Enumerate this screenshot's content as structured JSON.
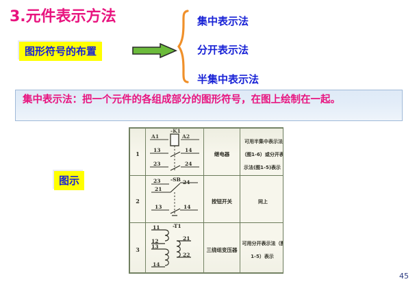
{
  "slide": {
    "title_number": "3.",
    "title_text": "元件表示方法",
    "page_number": "45"
  },
  "layout_label": "图形符号的布置",
  "diagram_label": "图示",
  "branches": [
    {
      "label": "集中表示法"
    },
    {
      "label": "分开表示法"
    },
    {
      "label": "半集中表示法"
    }
  ],
  "definition": {
    "text": "集中表示法：把一个元件的各组成部分的图形符号，在图上绘制在一起。"
  },
  "figure": {
    "rows": [
      {
        "no": "1",
        "symbol_labels": {
          "device": "-K1",
          "terminals": [
            "A1",
            "A2",
            "13",
            "14",
            "23",
            "24"
          ]
        },
        "name": "继电器",
        "note": "可用半集中表示法（图1-6）或分开表示法(图1-5)表示"
      },
      {
        "no": "2",
        "symbol_labels": {
          "device": "-SB",
          "terminals": [
            "23",
            "24",
            "21",
            "13",
            "14"
          ]
        },
        "name": "按钮开关",
        "note": "同上"
      },
      {
        "no": "3",
        "symbol_labels": {
          "device": "-T1",
          "terminals": [
            "11",
            "12",
            "13",
            "14",
            "21",
            "22"
          ]
        },
        "name": "三绕组变压器",
        "note": "可用分开表示法（图1-5）表示"
      }
    ]
  },
  "colors": {
    "title_pink": "#e8147f",
    "label_blue": "#1822d6",
    "highlight_yellow": "#ffff00",
    "arrow_green": "#6cbb3c",
    "brace_orange": "#f0902a",
    "def_box_blue": "#dfeaf7"
  }
}
